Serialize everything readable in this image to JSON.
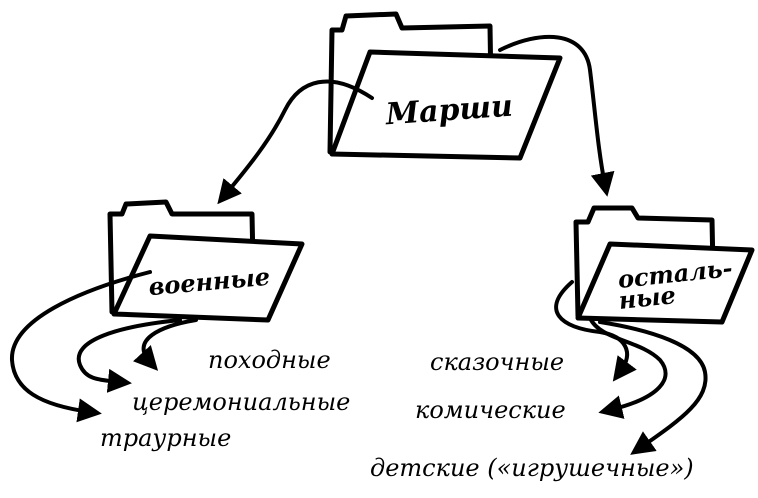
{
  "folders": {
    "root": {
      "label": "Марши"
    },
    "left": {
      "label": "военные"
    },
    "right": {
      "line1": "осталь-",
      "line2": "ные"
    }
  },
  "leaves": {
    "military": [
      "походные",
      "церемониальные",
      "траурные"
    ],
    "other": [
      "сказочные",
      "комические",
      "детские («игрушечные»)"
    ]
  }
}
